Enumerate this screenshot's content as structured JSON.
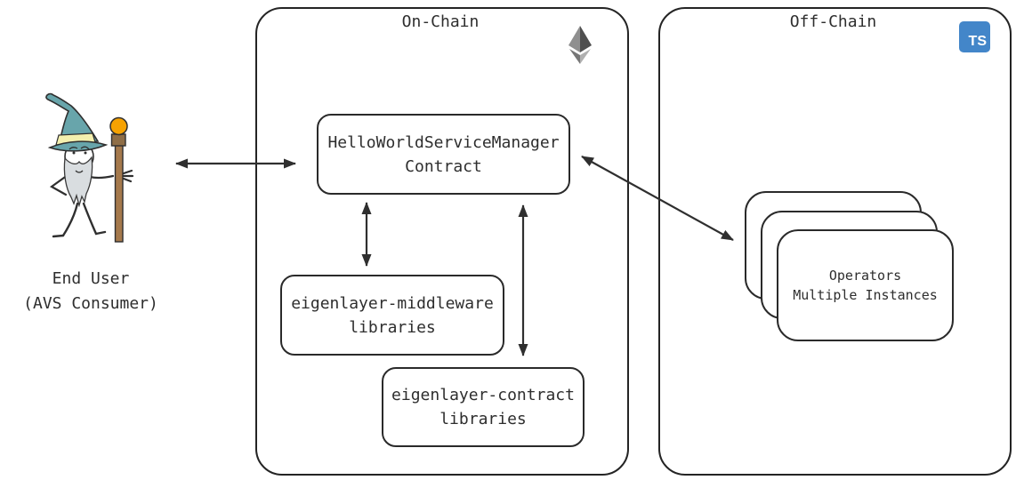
{
  "on_chain": {
    "title": "On-Chain",
    "service_manager": {
      "line1": "HelloWorldServiceManager",
      "line2": "Contract"
    },
    "middleware": {
      "line1": "eigenlayer-middleware",
      "line2": "libraries"
    },
    "contract": {
      "line1": "eigenlayer-contract",
      "line2": "libraries"
    }
  },
  "off_chain": {
    "title": "Off-Chain",
    "ts_badge": "TS",
    "operators": {
      "line1": "Operators",
      "line2": "Multiple Instances"
    }
  },
  "end_user": {
    "line1": "End User",
    "line2": "(AVS Consumer)"
  },
  "colors": {
    "ink": "#2e2e2e",
    "border": "#242424",
    "arrow": "#2f2f2f",
    "ts_blue": "#4386c9",
    "hat_teal": "#68a5ab",
    "hat_band": "#f4f0ae",
    "staff_brown": "#a5794c",
    "staff_cap": "#8f6e47",
    "orb_orange": "#f6a202",
    "beard_gray": "#d9dde0",
    "eth_gray_light": "#8f8f8f",
    "eth_gray_dark": "#4f4f4f"
  }
}
